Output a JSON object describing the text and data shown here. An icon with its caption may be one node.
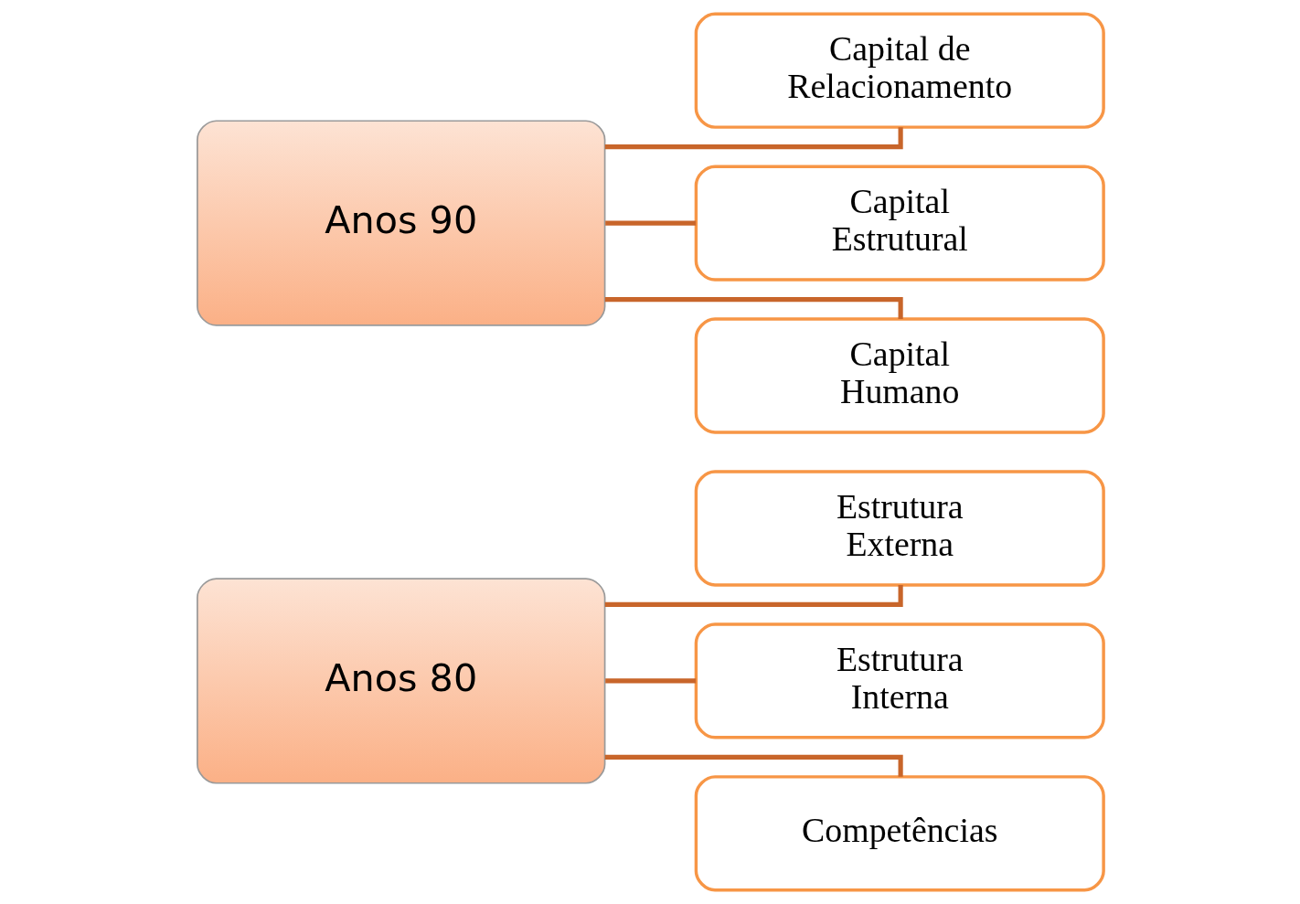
{
  "diagram": {
    "nodes": [
      {
        "text": [
          "Anos 80"
        ]
      },
      {
        "text": [
          "Estrutura Externa"
        ]
      },
      {
        "text": [
          "Estrutura Interna"
        ]
      },
      {
        "text": [
          "Competências"
        ]
      },
      {
        "text": [
          "Anos 90"
        ]
      },
      {
        "text": [
          "Capital de Relacionamento"
        ]
      },
      {
        "text": [
          "Capital Estrutural"
        ]
      },
      {
        "text": [
          "Capital Humano"
        ]
      }
    ],
    "edges": [
      {
        "from": 0,
        "to": 1,
        "arrow": "none"
      },
      {
        "from": 0,
        "to": 2,
        "arrow": "none"
      },
      {
        "from": 0,
        "to": 3,
        "arrow": "none"
      },
      {
        "from": 4,
        "to": 5,
        "arrow": "none"
      },
      {
        "from": 4,
        "to": 6,
        "arrow": "none"
      },
      {
        "from": 4,
        "to": 7,
        "arrow": "none"
      }
    ]
  }
}
